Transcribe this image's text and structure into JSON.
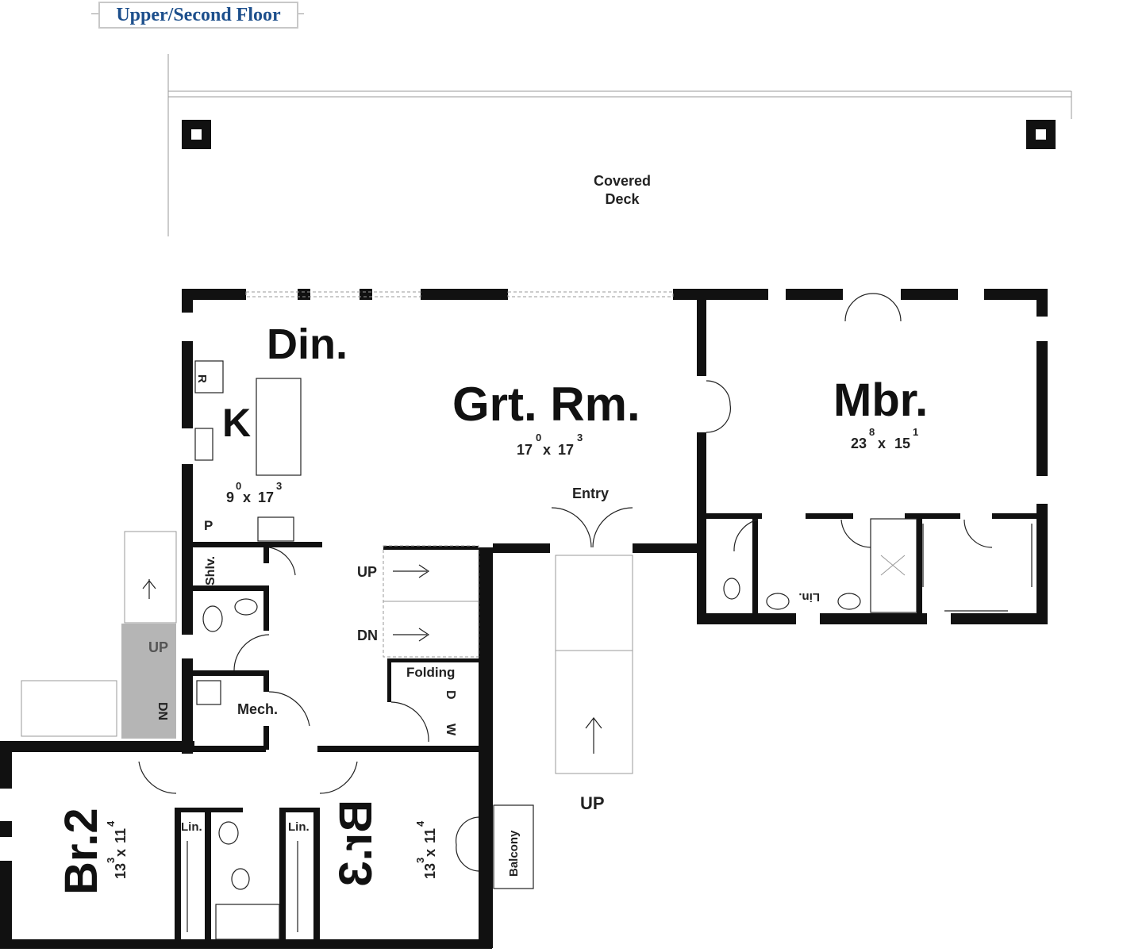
{
  "title": "Upper/Second Floor",
  "colors": {
    "title": "#1d4f8c",
    "walls": "#111111",
    "stair_landing": "#b5b5b5"
  },
  "rooms": {
    "deck": {
      "line1": "Covered",
      "line2": "Deck"
    },
    "din": {
      "label": "Din."
    },
    "kitchen": {
      "label": "K",
      "w_ft": "9",
      "w_in": "0",
      "x": "x",
      "h_ft": "17",
      "h_in": "3"
    },
    "grt": {
      "label": "Grt. Rm.",
      "w_ft": "17",
      "w_in": "0",
      "x": "x",
      "h_ft": "17",
      "h_in": "3"
    },
    "mbr": {
      "label": "Mbr.",
      "w_ft": "23",
      "w_in": "8",
      "x": "x",
      "h_ft": "15",
      "h_in": "1"
    },
    "br2": {
      "label": "Br.2",
      "w_ft": "13",
      "w_in": "3",
      "x": "x",
      "h_ft": "11",
      "h_in": "4"
    },
    "br3": {
      "label": "Br.3",
      "w_ft": "13",
      "w_in": "3",
      "x": "x",
      "h_ft": "11",
      "h_in": "4"
    }
  },
  "labels": {
    "entry": "Entry",
    "refrigerator": "R",
    "pantry": "P",
    "shelves": "Shlv.",
    "mech": "Mech.",
    "folding": "Folding",
    "dryer": "D",
    "washer": "W",
    "stair_up_inner": "UP",
    "stair_dn_inner": "DN",
    "stair_up_outer": "UP",
    "stair_dn_outer": "DN",
    "stair_up_entry": "UP",
    "linen_mbr": "Lin.",
    "linen_br2": "Lin.",
    "linen_br3": "Lin.",
    "balcony": "Balcony"
  }
}
